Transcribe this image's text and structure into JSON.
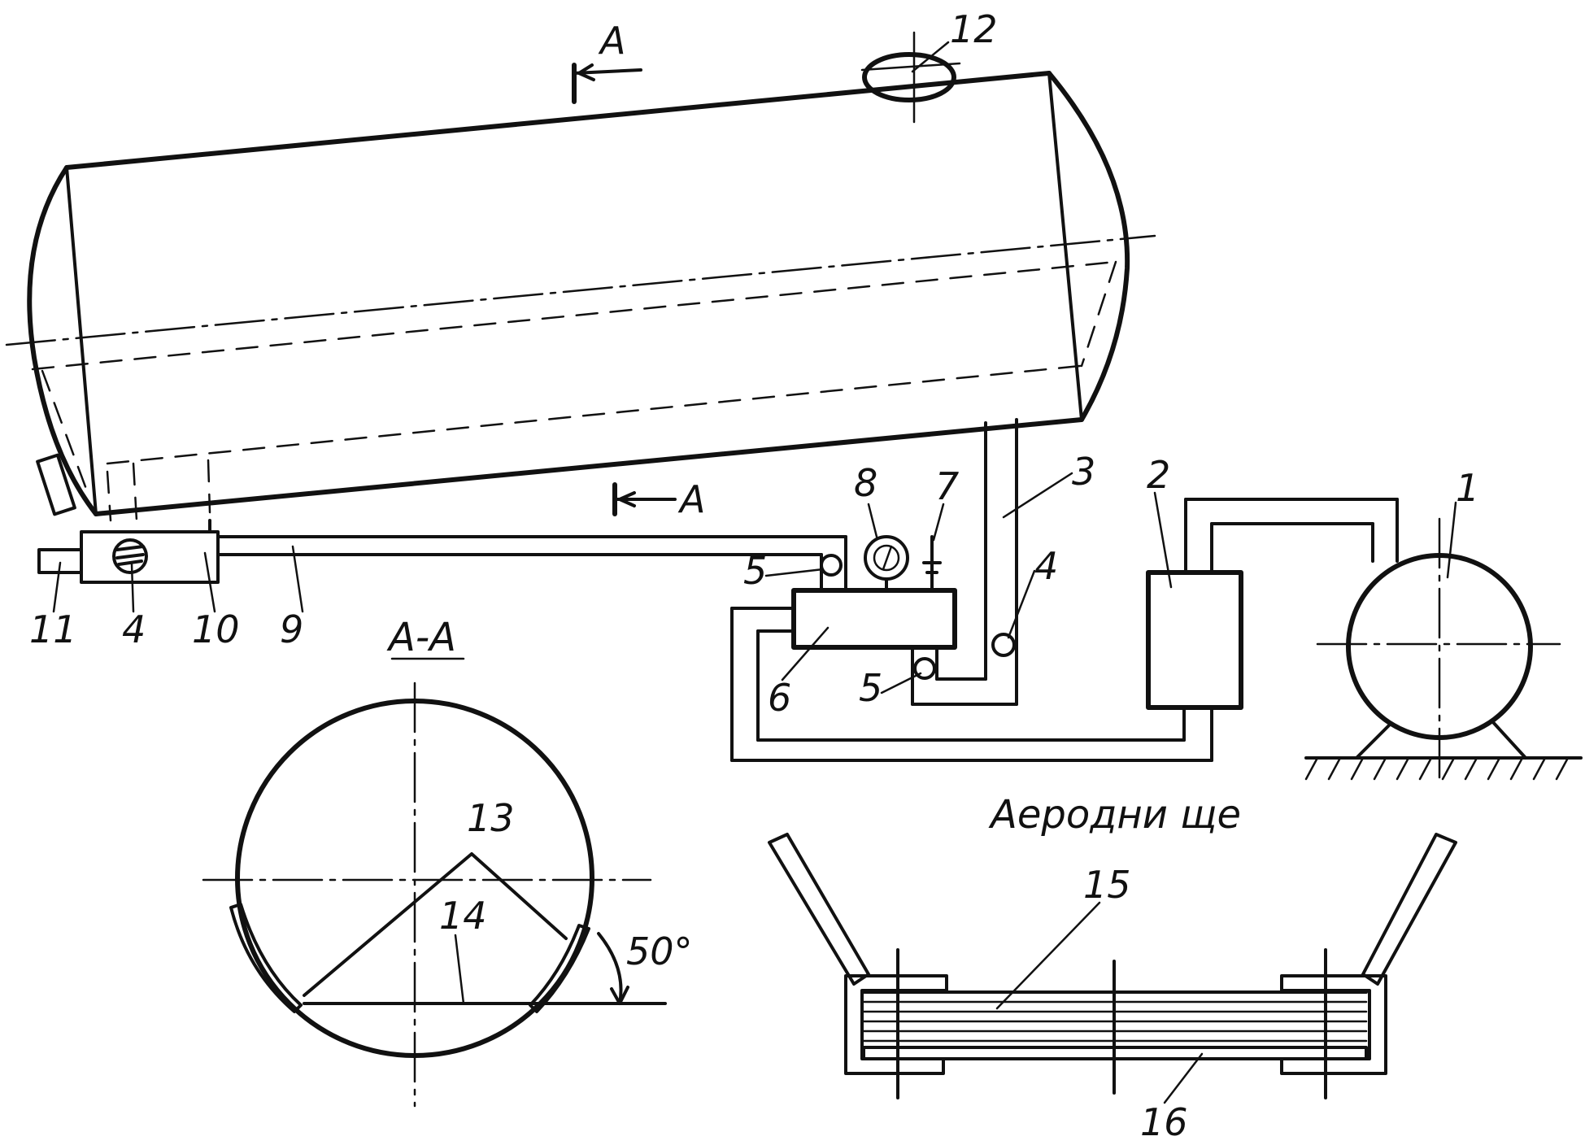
{
  "labels": {
    "n1": "1",
    "n2": "2",
    "n3": "3",
    "n4a": "4",
    "n4b": "4",
    "n5a": "5",
    "n5b": "5",
    "n6": "6",
    "n7": "7",
    "n8": "8",
    "n9": "9",
    "n10": "10",
    "n11": "11",
    "n12": "12",
    "n13": "13",
    "n14": "14",
    "n15": "15",
    "n16": "16",
    "sectionMarkTop": "A",
    "sectionMarkBottom": "A",
    "sectionTitle": "A-A",
    "angle": "50°",
    "aerobottomTitle": "Аеродни ще"
  },
  "colors": {
    "ink": "#111111",
    "paper": "#ffffff"
  }
}
